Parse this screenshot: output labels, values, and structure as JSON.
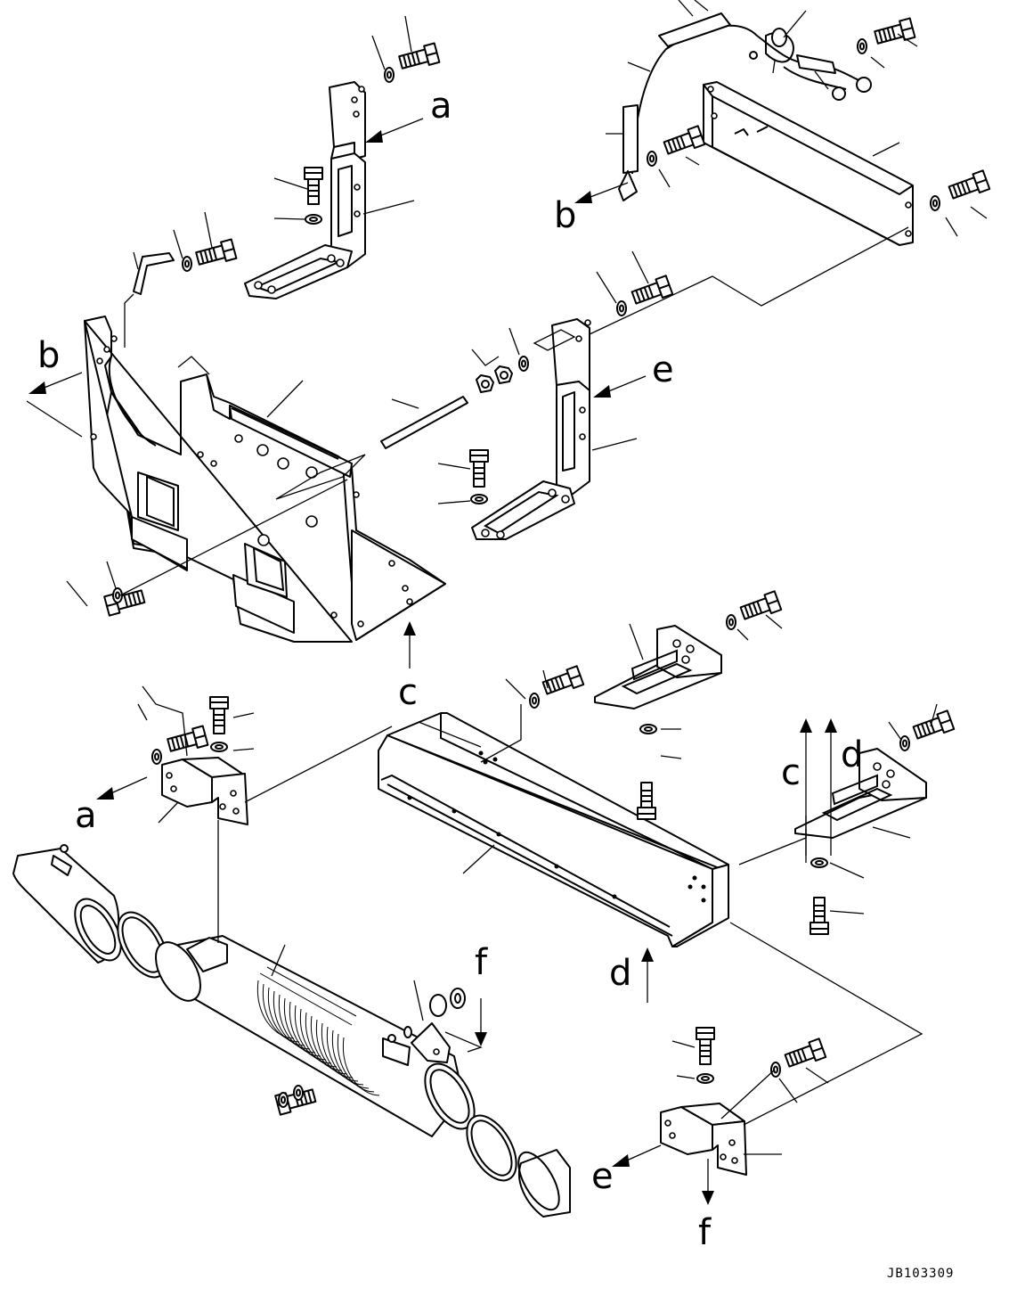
{
  "drawing": {
    "code": "JB103309",
    "refs": {
      "a1": "a",
      "a2": "a",
      "b1": "b",
      "b2": "b",
      "c1": "c",
      "c2": "c",
      "d1": "d",
      "d2": "d",
      "e1": "e",
      "e2": "e",
      "f1": "f",
      "f2": "f"
    }
  }
}
